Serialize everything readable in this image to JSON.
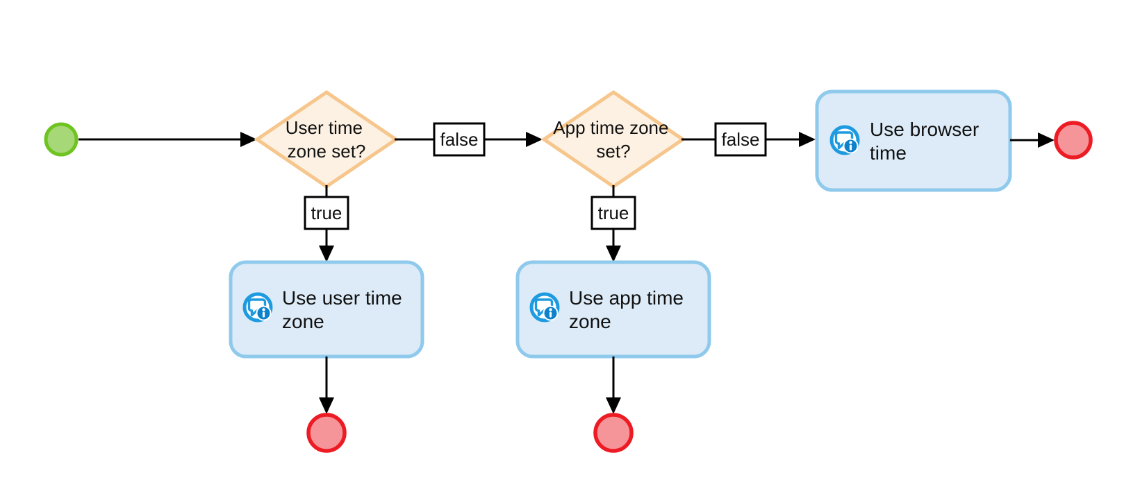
{
  "diagram": {
    "title": "",
    "background": "#ffffff",
    "nodes": {
      "start_event": {
        "shape": "circle",
        "icon": "start-event-circle"
      },
      "decision_user_timezone": {
        "shape": "diamond",
        "lines": [
          "User time",
          "zone set?"
        ]
      },
      "decision_app_timezone": {
        "shape": "diamond",
        "lines": [
          "App time zone",
          "set?"
        ]
      },
      "task_use_browser_time": {
        "shape": "rounded-rect",
        "lines": [
          "Use browser",
          "time"
        ],
        "icon": "message-info-icon"
      },
      "task_use_user_timezone": {
        "shape": "rounded-rect",
        "lines": [
          "Use user time",
          "zone"
        ],
        "icon": "message-info-icon"
      },
      "task_use_app_timezone": {
        "shape": "rounded-rect",
        "lines": [
          "Use app time",
          "zone"
        ],
        "icon": "message-info-icon"
      },
      "end_event_browser": {
        "shape": "circle",
        "icon": "end-event-circle"
      },
      "end_event_user": {
        "shape": "circle",
        "icon": "end-event-circle"
      },
      "end_event_app": {
        "shape": "circle",
        "icon": "end-event-circle"
      }
    },
    "edge_labels": {
      "user_tz_false": "false",
      "user_tz_true": "true",
      "app_tz_false": "false",
      "app_tz_true": "true"
    },
    "colors": {
      "background": "#ffffff",
      "connector": "#000000",
      "text": "#111111",
      "start_fill": "#A6D878",
      "start_stroke": "#6FC421",
      "end_fill": "#F59599",
      "end_stroke": "#ED1C24",
      "decision_fill": "#FCF1E2",
      "decision_stroke": "#F6C68D",
      "task_fill": "#DCEBF7",
      "task_stroke": "#8FCAEC",
      "label_box_fill": "#FFFFFF",
      "label_box_stroke": "#000000",
      "icon_blue": "#1E9BE0",
      "icon_badge": "#0D82CC"
    }
  }
}
